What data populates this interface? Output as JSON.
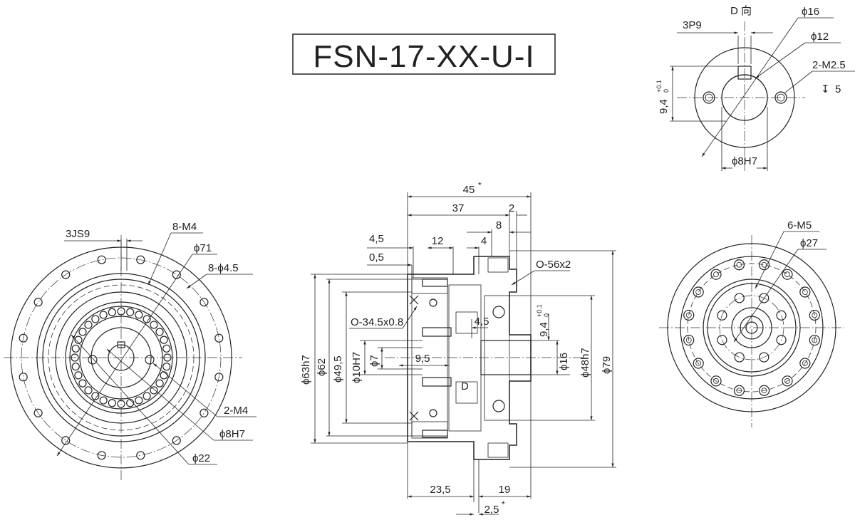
{
  "title": "FSN-17-XX-U-I",
  "view_d": {
    "label": "D 向",
    "keyway": "3P9",
    "d16": "ϕ16",
    "d12": "ϕ12",
    "thread": "2-M2.5",
    "depth": "5",
    "depth_symbol": "↧",
    "key_height": "9,4",
    "key_tol_upper": "+0.1",
    "key_tol_lower": "0",
    "d8": "ϕ8H7"
  },
  "left_view": {
    "keyway": "3JS9",
    "m4_8": "8-M4",
    "d71": "ϕ71",
    "holes": "8-ϕ4.5",
    "m4_2": "2-M4",
    "d8": "ϕ8H7",
    "d22": "ϕ22"
  },
  "section_view": {
    "d45": "45",
    "d45_star": "*",
    "d37": "37",
    "d2": "2",
    "d8": "8",
    "d4_5_top": "4,5",
    "d12": "12",
    "d4": "4",
    "d0_5": "0,5",
    "oring_large": "O-56x2",
    "oring_small": "O-34.5x0.8",
    "d4_5_mid": "4,5",
    "key_height": "9,4",
    "key_tol_upper": "+0.1",
    "key_tol_lower": "0",
    "d9_5": "9,5",
    "view_marker": "D",
    "d63": "ϕ63h7",
    "d62": "ϕ62",
    "d49_5": "ϕ49,5",
    "d10": "ϕ10H7",
    "d7": "ϕ7",
    "d16": "ϕ16",
    "d48": "ϕ48h7",
    "d79": "ϕ79",
    "d23_5": "23,5",
    "d19": "19",
    "d2_5": "2,5",
    "d2_5_star": "*"
  },
  "right_view": {
    "m5": "6-M5",
    "d27": "ϕ27"
  }
}
